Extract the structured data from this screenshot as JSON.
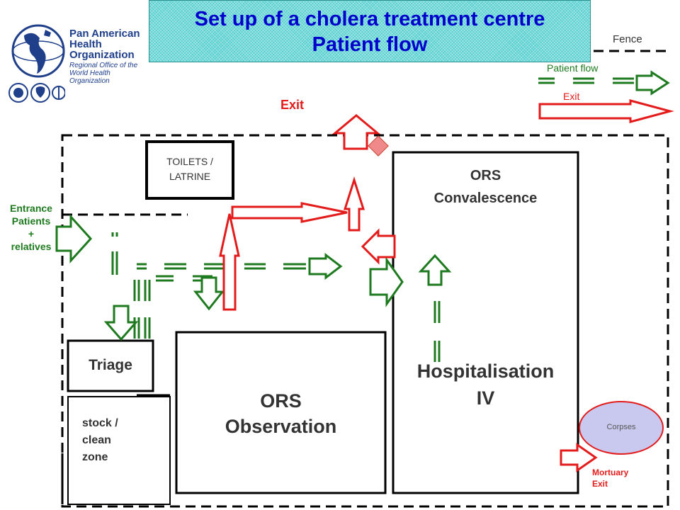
{
  "title": {
    "line1": "Set up of a cholera  treatment  centre",
    "line2": "Patient flow"
  },
  "logo": {
    "org_line1": "Pan American",
    "org_line2": "Health",
    "org_line3": "Organization",
    "sub_line1": "Regional Office of the",
    "sub_line2": "World Health Organization"
  },
  "legend": {
    "fence": "Fence",
    "patient_flow": "Patient flow",
    "exit": "Exit"
  },
  "labels": {
    "exit_top": "Exit",
    "entrance_line1": "Entrance",
    "entrance_line2": "Patients",
    "entrance_line3": "+",
    "entrance_line4": "relatives",
    "mortuary_line1": "Mortuary",
    "mortuary_line2": "Exit"
  },
  "rooms": {
    "toilets_line1": "TOILETS /",
    "toilets_line2": "LATRINE",
    "triage": "Triage",
    "stock_line1": "stock /",
    "stock_line2": "clean",
    "stock_line3": "zone",
    "ors_obs_line1": "ORS",
    "ors_obs_line2": "Observation",
    "ors_conv_line1": "ORS",
    "ors_conv_line2": "Convalescence",
    "hosp_line1": "Hospitalisation",
    "hosp_line2": "IV",
    "corpses": "Corpses"
  },
  "colors": {
    "patient_flow": "#1e7a1e",
    "exit": "#e31b1b",
    "title_bg": "#57cfcf",
    "title_text": "#0000cc",
    "corpses_fill": "#c9c9f0"
  }
}
